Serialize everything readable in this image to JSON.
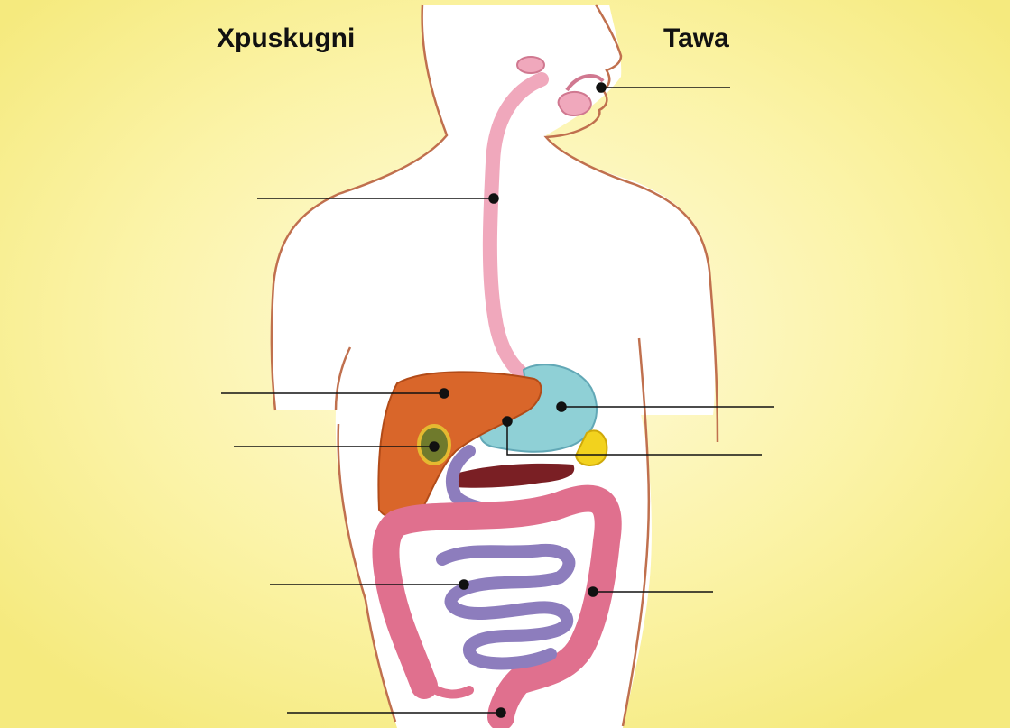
{
  "headings": {
    "left": "Xpuskugni",
    "right": "Tawa"
  },
  "colors": {
    "background": "#fbf3a6",
    "body_fill": "#ffffff",
    "body_outline": "#c0704e",
    "esophagus": "#f0a8bc",
    "liver": "#d9662a",
    "gallbladder": "#6f7a2c",
    "stomach": "#8fd0d6",
    "pancreas_spleen": "#f2d21e",
    "pancreas_dark": "#7a1f24",
    "small_intestine": "#8d7dbd",
    "large_intestine": "#e0708e",
    "leader_line": "#111111"
  },
  "labels": [
    {
      "id": "mouth",
      "side": "right",
      "text": ""
    },
    {
      "id": "esophagus",
      "side": "left",
      "text": ""
    },
    {
      "id": "liver",
      "side": "left",
      "text": ""
    },
    {
      "id": "gallbladder",
      "side": "left",
      "text": ""
    },
    {
      "id": "stomach",
      "side": "right",
      "text": ""
    },
    {
      "id": "duodenum",
      "side": "right",
      "text": ""
    },
    {
      "id": "small-intestine",
      "side": "left",
      "text": ""
    },
    {
      "id": "large-intestine",
      "side": "right",
      "text": ""
    },
    {
      "id": "anus",
      "side": "left",
      "text": ""
    }
  ]
}
